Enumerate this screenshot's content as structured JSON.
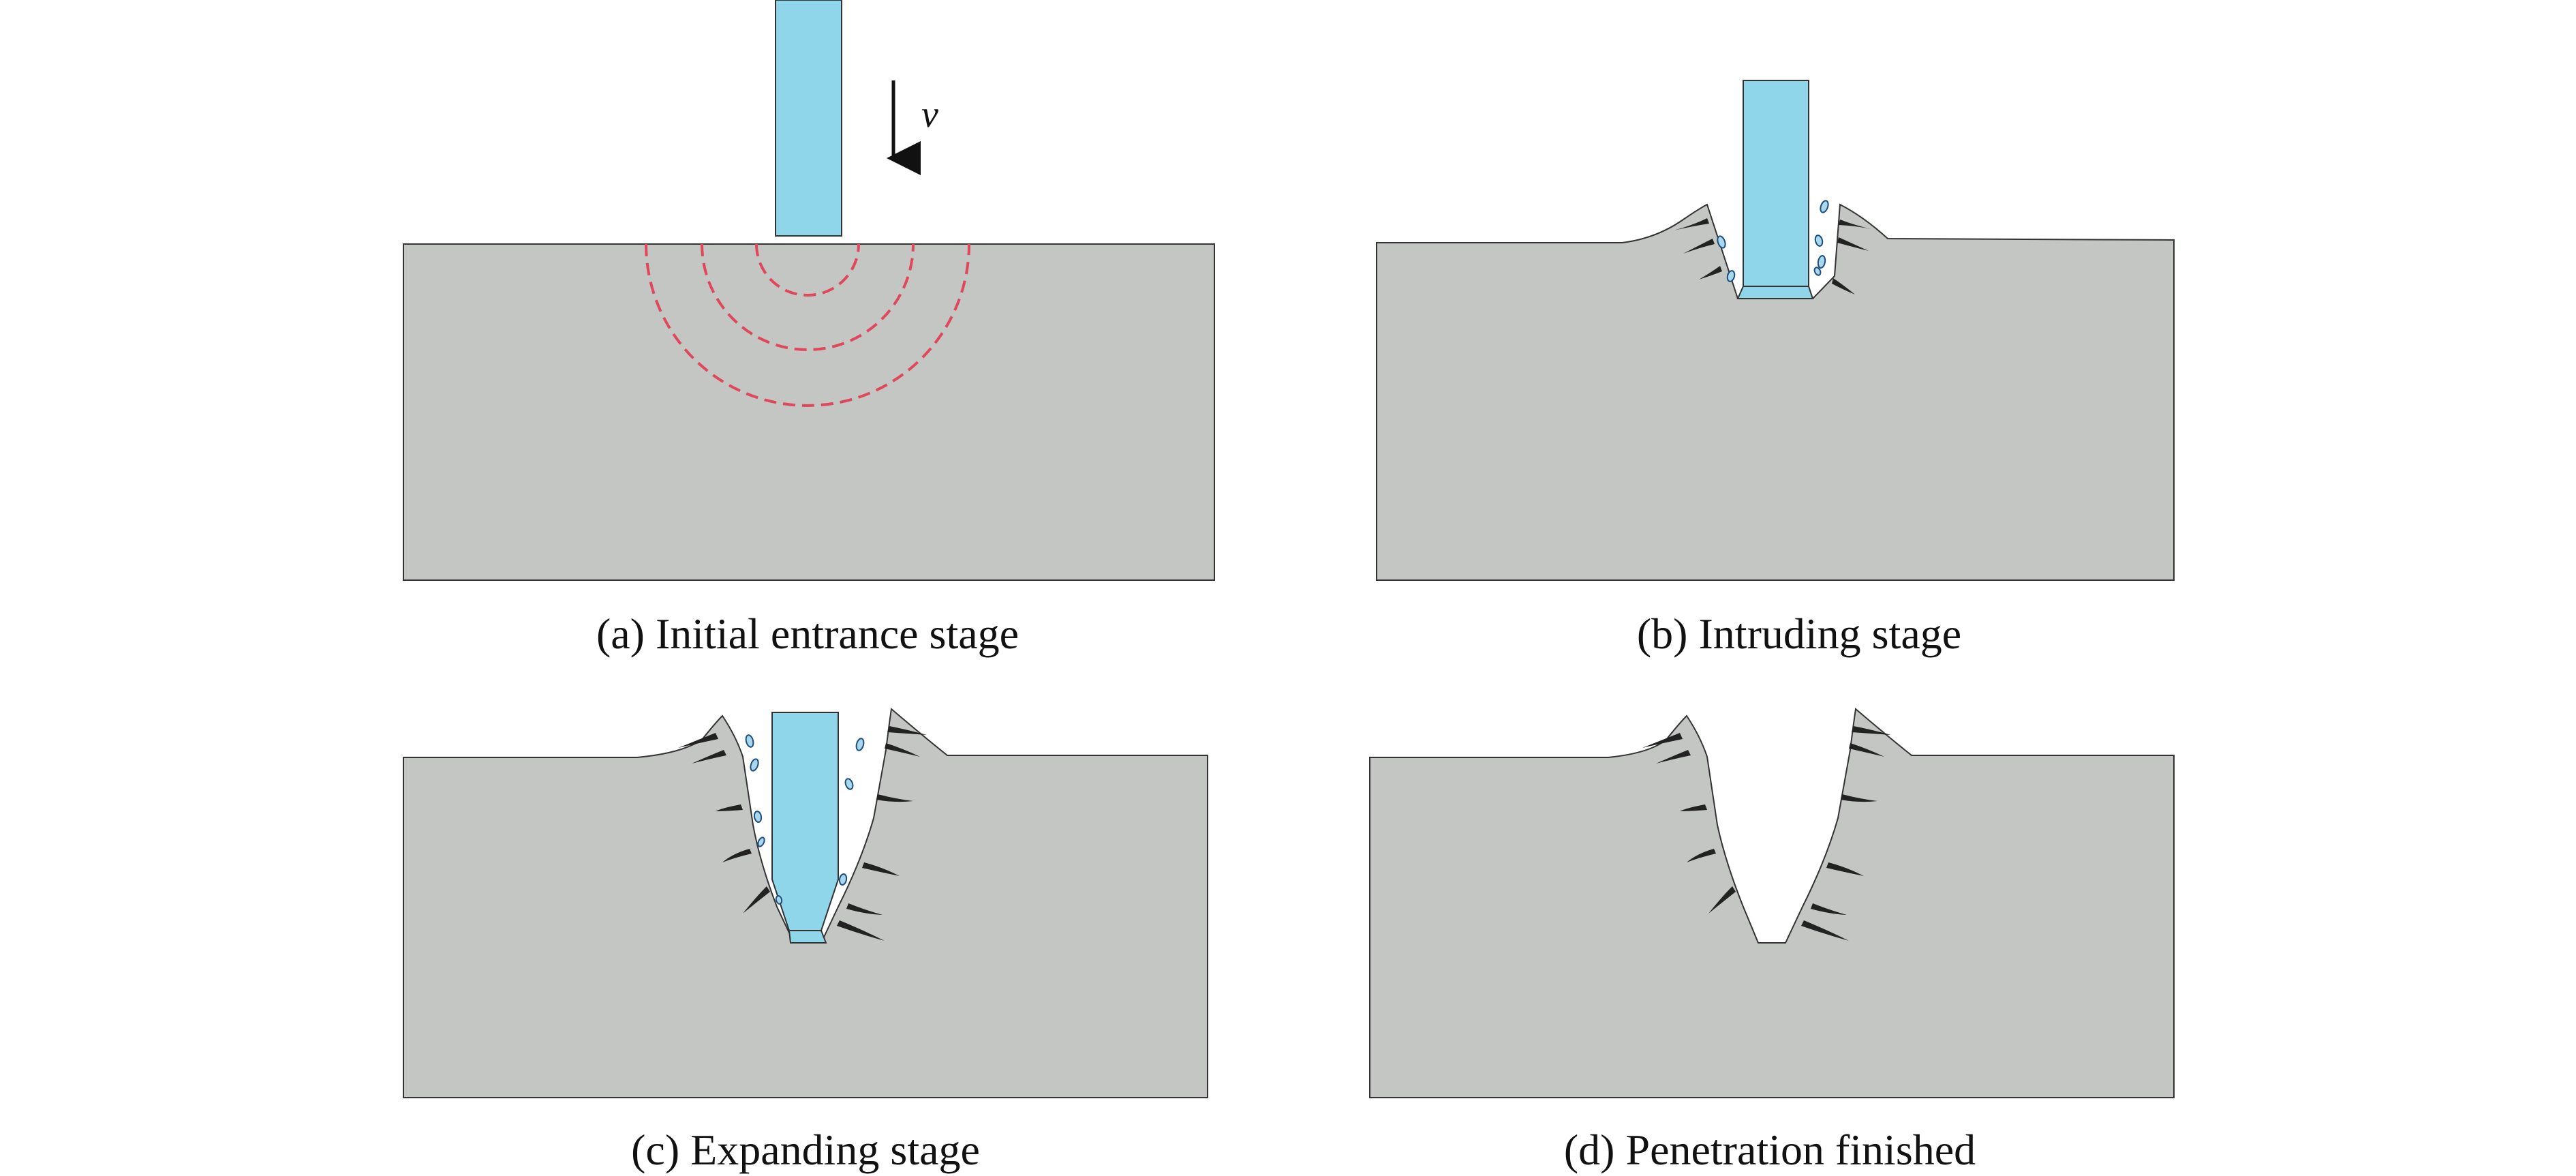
{
  "colors": {
    "block": "#c3c6c2",
    "edge": "#333333",
    "projectile": "#8fd6ea",
    "wave": "#e0475a",
    "crack": "#222222",
    "debris_fill": "#a9d8ee",
    "debris_edge": "#1d4d7a"
  },
  "arrow": {
    "label": "v"
  },
  "panels": [
    {
      "id": "a",
      "caption": "(a) Initial entrance stage"
    },
    {
      "id": "b",
      "caption": "(b) Intruding stage"
    },
    {
      "id": "c",
      "caption": "(c) Expanding stage"
    },
    {
      "id": "d",
      "caption": "(d) Penetration finished"
    }
  ]
}
